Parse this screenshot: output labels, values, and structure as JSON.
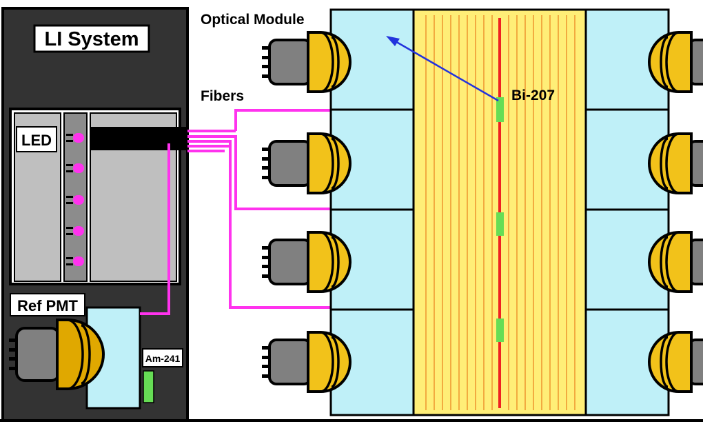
{
  "labels": {
    "li_system": "LI System",
    "optical_module": "Optical Module",
    "fibers": "Fibers",
    "led": "LED",
    "ref_pmt": "Ref PMT",
    "am241": "Am-241",
    "bi207": "Bi-207"
  },
  "colors": {
    "system_box": "#333333",
    "led_panel": "#bfbfbf",
    "fiber": "#ff33ee",
    "scintillator_block": "#bff0f8",
    "source_foil": "#ffee77",
    "foil_strip": "#ee9a33",
    "source_track": "#ee2222",
    "source_spot": "#66dd55",
    "pmt_glass": "#f2c21a",
    "pmt_base": "#808080",
    "electron_arrow": "#2233dd"
  },
  "counts": {
    "pmt_rows_per_side": 4,
    "leds": 5,
    "bi207_sources": 3
  }
}
